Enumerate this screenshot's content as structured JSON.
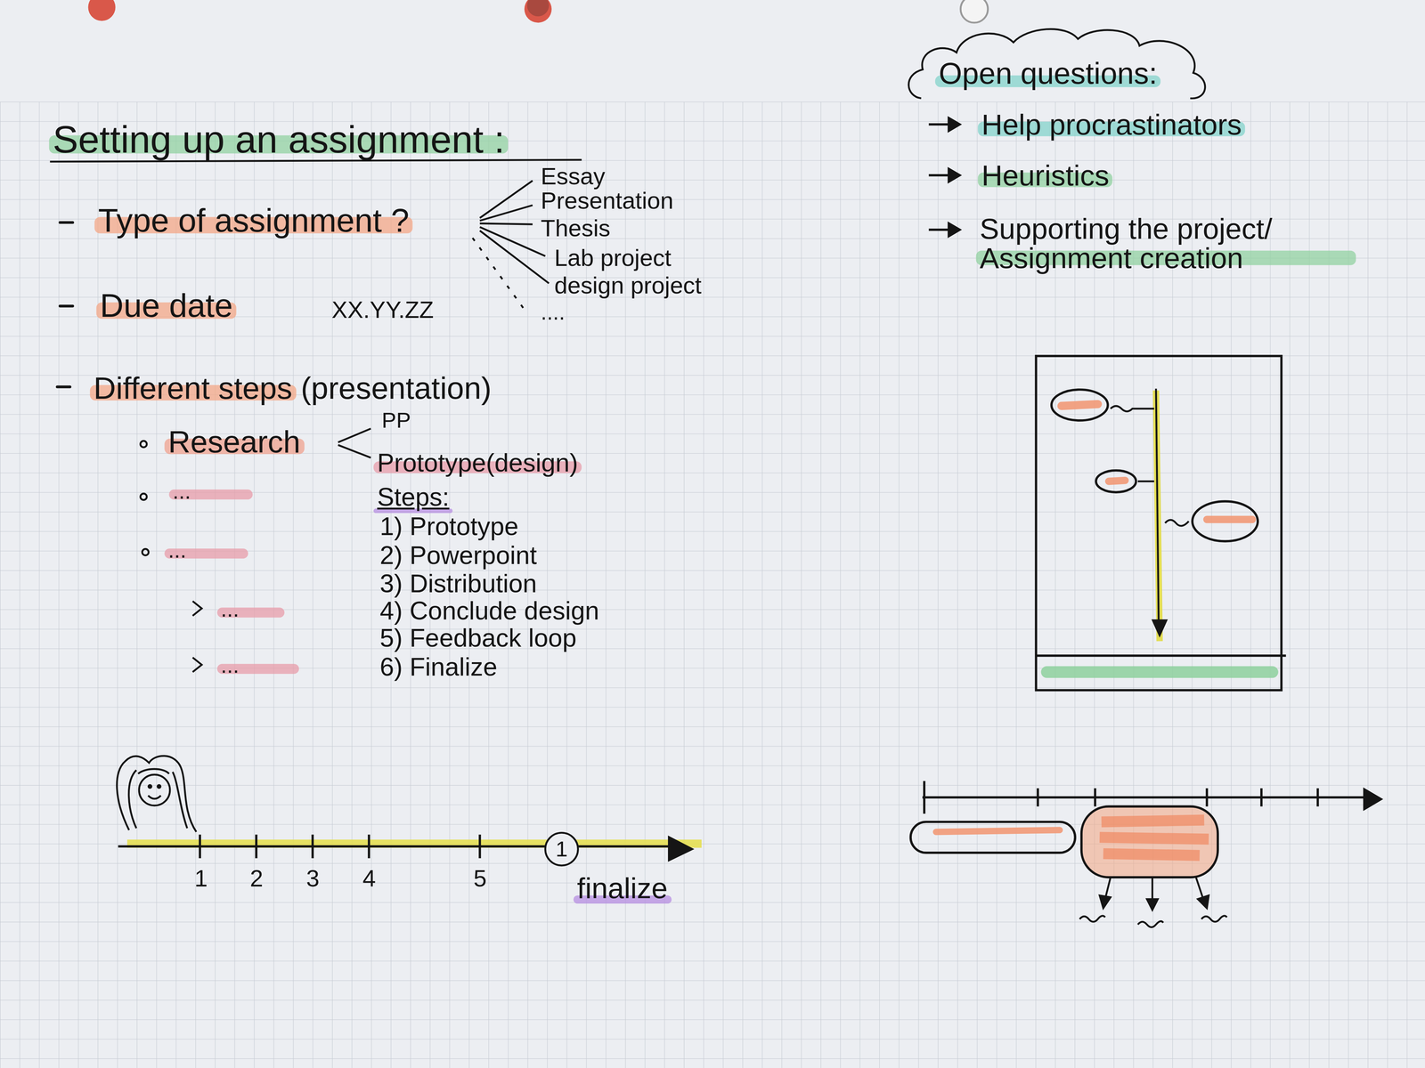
{
  "diagram": {
    "title": "Setting up an assignment :",
    "nodes": [
      {
        "text": [
          "Open questions:"
        ]
      },
      {
        "text": [
          "1"
        ]
      }
    ],
    "labels": [
      "Type of assignment ?",
      "Essay",
      "Presentation",
      "Thesis",
      "Lab project",
      "design project",
      "....",
      "Due date",
      "XX.YY.ZZ",
      "Different steps (presentation)",
      "Research",
      "PP",
      "Prototype(design)",
      "Steps:",
      "1) Prototype",
      "2) Powerpoint",
      "3) Distribution",
      "4) Conclude design",
      "5) Feedback loop",
      "6) Finalize",
      "...",
      "...",
      "...",
      "...",
      "1",
      "2",
      "3",
      "4",
      "5",
      "finalize",
      "Help procrastinators",
      "Heuristics",
      "Supporting the project/ Assignment creation"
    ]
  }
}
